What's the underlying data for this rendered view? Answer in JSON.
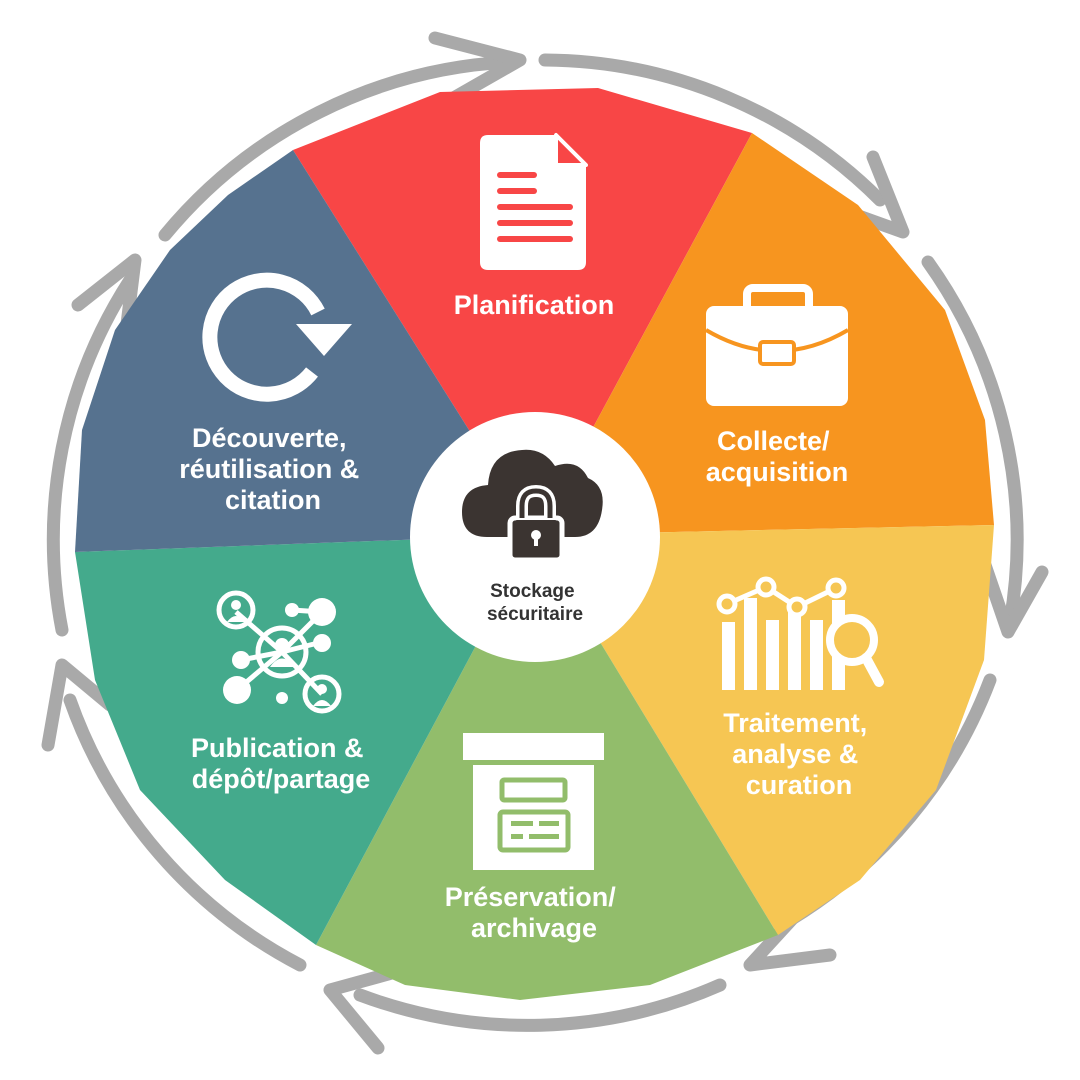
{
  "center": {
    "line1": "Stockage",
    "line2": "sécuritaire",
    "icon": "cloud-lock-icon"
  },
  "stages": [
    {
      "id": "planification",
      "lines": [
        "Planification"
      ],
      "color": "#f84646",
      "icon": "document-icon"
    },
    {
      "id": "collecte",
      "lines": [
        "Collecte/",
        "acquisition"
      ],
      "color": "#f7951f",
      "icon": "briefcase-icon"
    },
    {
      "id": "traitement",
      "lines": [
        "Traitement,",
        "analyse &",
        "curation"
      ],
      "color": "#f6c653",
      "icon": "chart-magnifier-icon"
    },
    {
      "id": "preservation",
      "lines": [
        "Préservation/",
        "archivage"
      ],
      "color": "#92bd6b",
      "icon": "archive-box-icon"
    },
    {
      "id": "publication",
      "lines": [
        "Publication &",
        "dépôt/partage"
      ],
      "color": "#44aa8c",
      "icon": "network-people-icon"
    },
    {
      "id": "decouverte",
      "lines": [
        "Découverte,",
        "réutilisation &",
        "citation"
      ],
      "color": "#56728f",
      "icon": "refresh-icon"
    }
  ],
  "cycle_arrow_color": "#a9a9a9"
}
